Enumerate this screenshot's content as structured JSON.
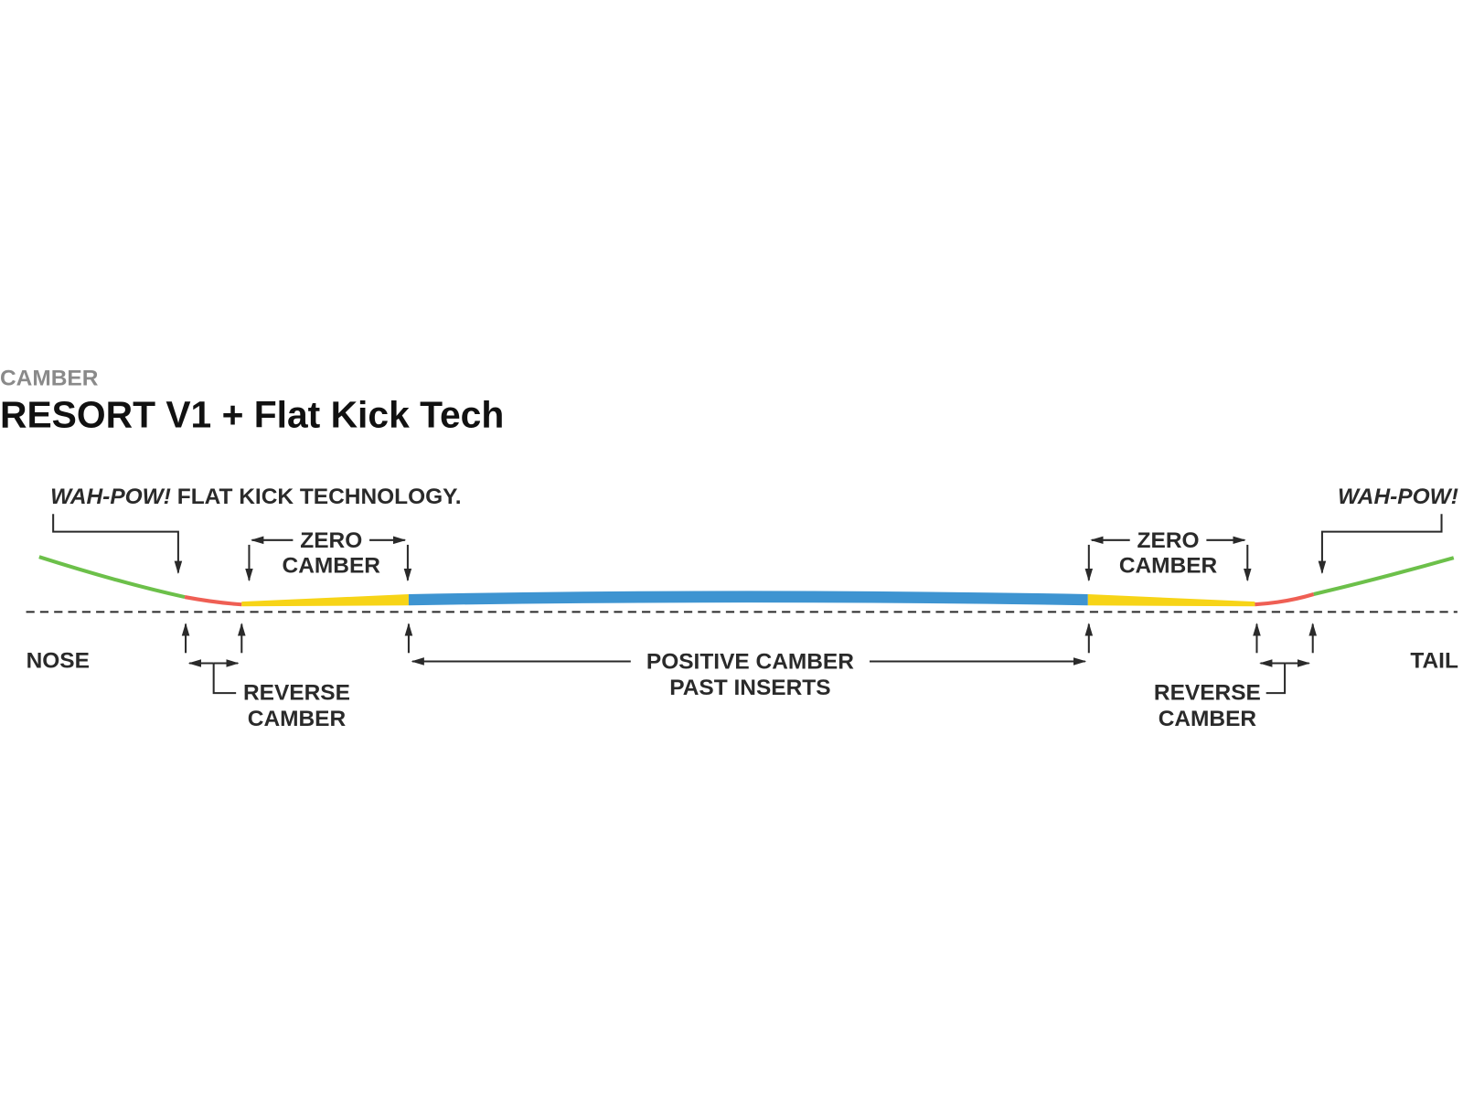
{
  "header": {
    "category": "CAMBER",
    "title": "RESORT V1 + Flat Kick Tech"
  },
  "diagram": {
    "nose_label": "NOSE",
    "tail_label": "TAIL",
    "wahpow_left_italic": "WAH-POW!",
    "wahpow_left_rest": "FLAT KICK TECHNOLOGY.",
    "wahpow_right": "WAH-POW!",
    "zero_camber": [
      "ZERO",
      "CAMBER"
    ],
    "reverse_camber": [
      "REVERSE",
      "CAMBER"
    ],
    "positive_camber": [
      "POSITIVE CAMBER",
      "PAST INSERTS"
    ],
    "colors": {
      "flat_kick": "#6cc04a",
      "reverse": "#ef5f54",
      "zero": "#f7d417",
      "positive": "#3e94d1",
      "text": "#2a2a2a",
      "category": "#8a8a8a"
    }
  }
}
